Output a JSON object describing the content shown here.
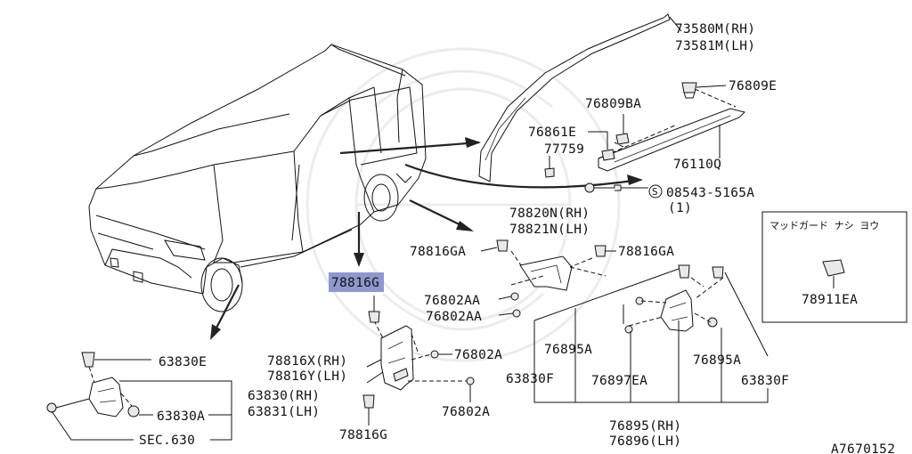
{
  "labels": {
    "p73580m": "73580M(RH)",
    "p73581m": "73581M(LH)",
    "p76809e": "76809E",
    "p76809ba": "76809BA",
    "p76861e": "76861E",
    "p77759": "77759",
    "p76110q": "76110Q",
    "p08543": "08543-5165A",
    "p08543_qty": "(1)",
    "s_mark": "S",
    "p78820n": "78820N(RH)",
    "p78821n": "78821N(LH)",
    "p78816ga_l": "78816GA",
    "p78816ga_r": "78816GA",
    "p76802aa_1": "76802AA",
    "p76802aa_2": "76802AA",
    "p78816g_top": "78816G",
    "p76802a_1": "76802A",
    "p78816x": "78816X(RH)",
    "p78816y": "78816Y(LH)",
    "p76802a_2": "76802A",
    "p78816g_bot": "78816G",
    "p63830e": "63830E",
    "p63830_rh": "63830(RH)",
    "p63831_lh": "63831(LH)",
    "p63830a": "63830A",
    "sec630": "SEC.630",
    "p76895a_l": "76895A",
    "p76895a_r": "76895A",
    "p63830f_l": "63830F",
    "p63830f_r": "63830F",
    "p76897ea": "76897EA",
    "p76895_rh": "76895(RH)",
    "p76896_lh": "76896(LH)",
    "inset_title": "マッドガード ナシ ヨウ",
    "p78911ea": "78911EA",
    "diagram_id": "A7670152"
  },
  "highlight_color": "#8e98ce"
}
